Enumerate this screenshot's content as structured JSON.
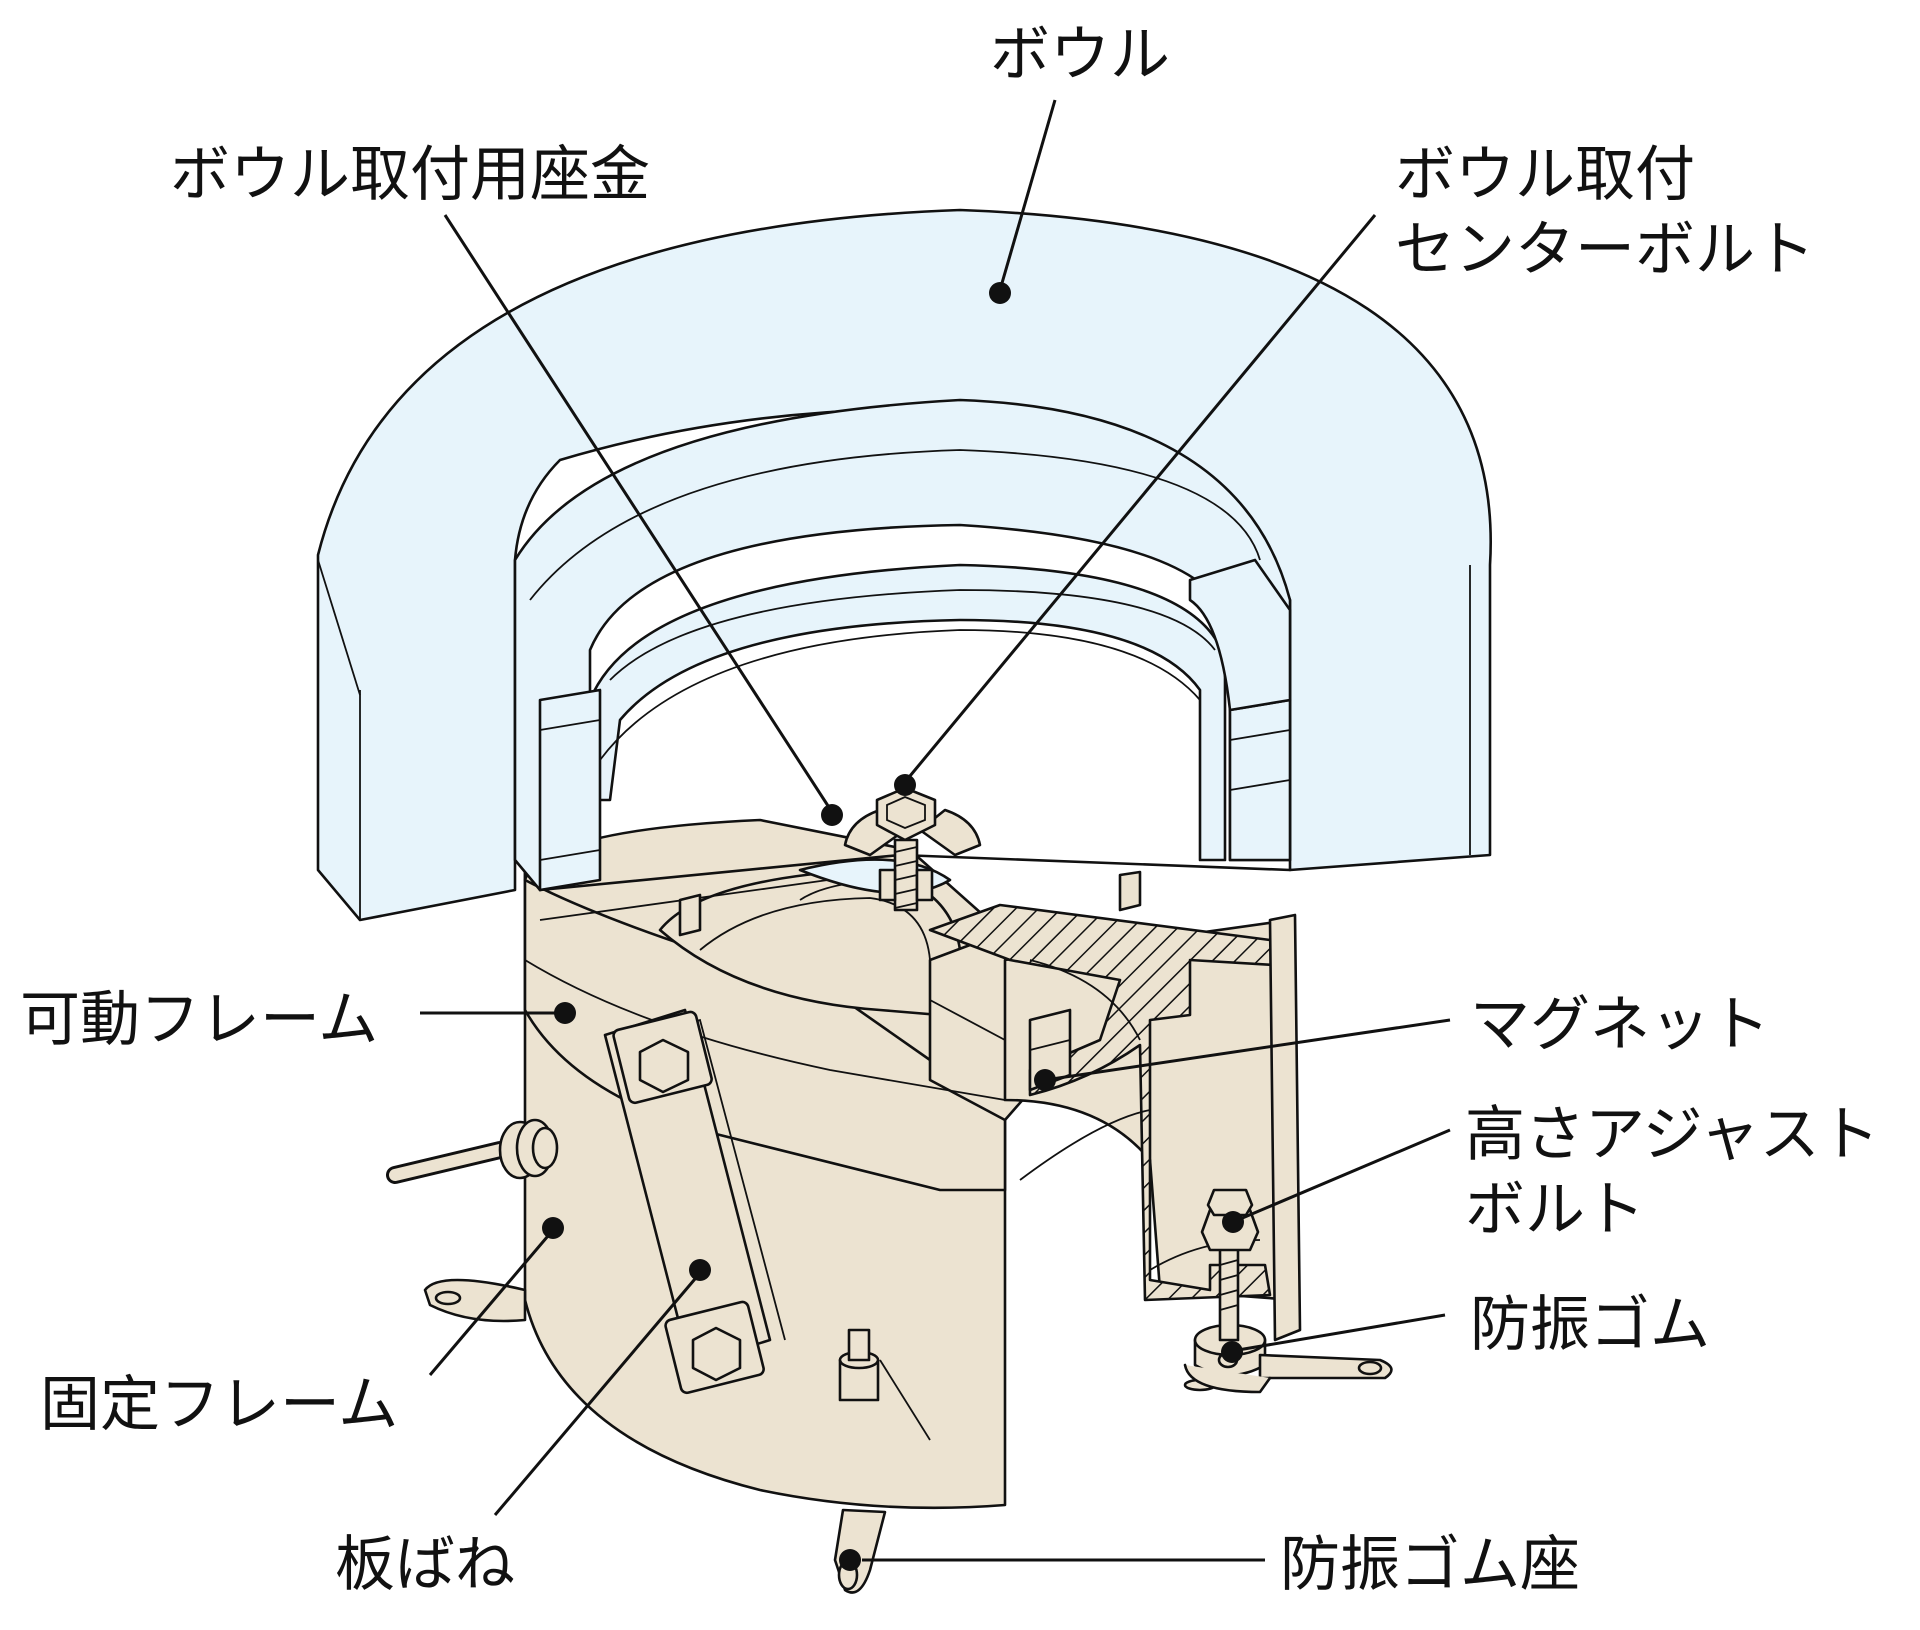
{
  "colors": {
    "bowl_fill": "#e7f4fb",
    "base_fill": "#ece3d1",
    "outline": "#111111",
    "background": "#ffffff"
  },
  "labels": {
    "bowl": "ボウル",
    "bowl_mount_washer": "ボウル取付用座金",
    "center_bolt_line1": "ボウル取付",
    "center_bolt_line2": "センターボルト",
    "movable_frame": "可動フレーム",
    "magnet": "マグネット",
    "height_adjust_line1": "高さアジャスト",
    "height_adjust_line2": "ボルト",
    "rubber_mount": "防振ゴム",
    "fixed_frame": "固定フレーム",
    "leaf_spring": "板ばね",
    "rubber_mount_seat": "防振ゴム座"
  }
}
